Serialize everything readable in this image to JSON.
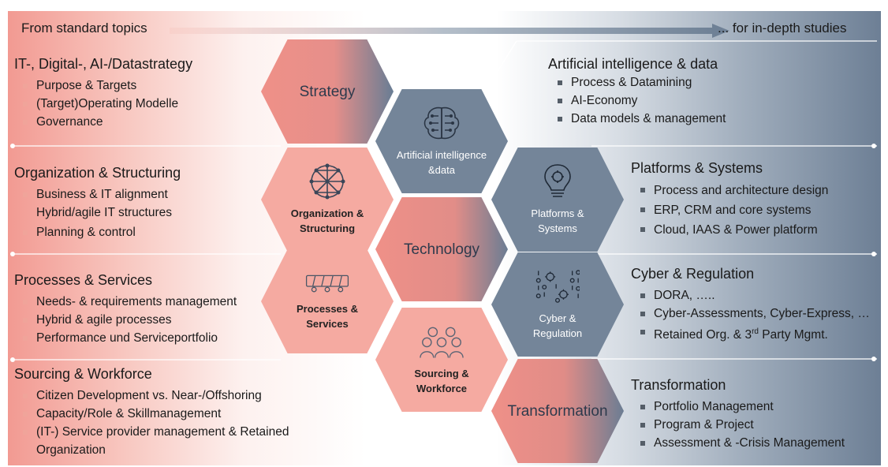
{
  "header": {
    "left": "From standard topics",
    "right": "... for in-depth studies"
  },
  "left_sections": [
    {
      "title": "IT-, Digital-, AI-/Datastrategy",
      "items": [
        "Purpose & Targets",
        "(Target)Operating Modelle",
        "Governance"
      ]
    },
    {
      "title": "Organization & Structuring",
      "items": [
        "Business & IT alignment",
        "Hybrid/agile IT structures",
        "Planning & control"
      ]
    },
    {
      "title": "Processes & Services",
      "items": [
        "Needs- & requirements management",
        "Hybrid & agile processes",
        "Performance und Serviceportfolio"
      ]
    },
    {
      "title": "Sourcing & Workforce",
      "items": [
        "Citizen Development vs. Near-/Offshoring",
        "Capacity/Role & Skillmanagement",
        "(IT-) Service provider management & Retained Organization"
      ]
    }
  ],
  "right_sections": [
    {
      "title": "Artificial intelligence & data",
      "items": [
        "Process & Datamining",
        "AI-Economy",
        "Data models & management"
      ]
    },
    {
      "title": "Platforms & Systems",
      "items": [
        "Process and architecture design",
        "ERP, CRM and core systems",
        "Cloud, IAAS & Power platform"
      ]
    },
    {
      "title": "Cyber & Regulation",
      "items": [
        "DORA, …..",
        "Cyber-Assessments, Cyber-Express, …"
      ],
      "last_item": {
        "before": "Retained Org. & 3",
        "sup": "rd",
        "after": " Party Mgmt."
      }
    },
    {
      "title": "Transformation",
      "items": [
        "Portfolio Management",
        "Program & Project",
        "Assessment & -Crisis Management"
      ]
    }
  ],
  "hexagons": {
    "strategy": {
      "label": "Strategy"
    },
    "organization": {
      "line1": "Organization &",
      "line2": "Structuring",
      "icon": "network-icon"
    },
    "processes": {
      "line1": "Processes &",
      "line2": "Services",
      "icon": "conveyor-icon"
    },
    "ai_data": {
      "line1": "Artificial intelligence",
      "line2": "&data",
      "icon": "brain-icon"
    },
    "technology": {
      "label": "Technology"
    },
    "sourcing": {
      "line1": "Sourcing &",
      "line2": "Workforce",
      "icon": "people-icon"
    },
    "platforms": {
      "line1": "Platforms &",
      "line2": "Systems",
      "icon": "lightbulb-icon"
    },
    "cyber": {
      "line1": "Cyber &",
      "line2": "Regulation",
      "icon": "binary-gears-icon"
    },
    "transformation": {
      "label": "Transformation"
    }
  },
  "colors": {
    "coral": "#ef9088",
    "pink": "#f5aaa1",
    "slate": "#748599",
    "navy_text": "#2d3a4c"
  }
}
